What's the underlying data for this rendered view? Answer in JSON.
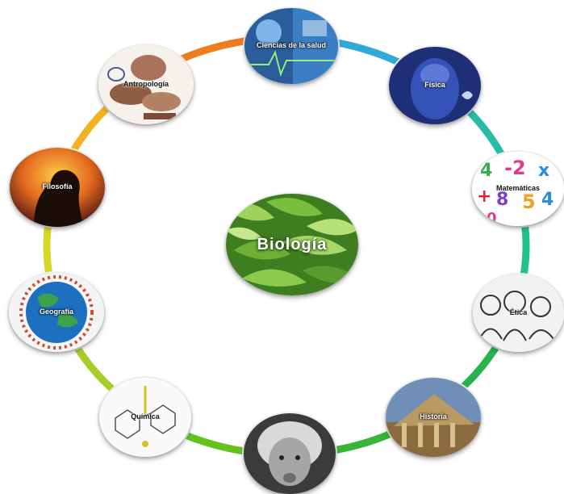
{
  "center": {
    "label": "Biología"
  },
  "nodes": [
    {
      "key": "salud",
      "label": "Ciencias de la salud",
      "theme": "salud"
    },
    {
      "key": "fisica",
      "label": "Física",
      "theme": "fisica"
    },
    {
      "key": "matematicas",
      "label": "Matemáticas",
      "theme": "mate"
    },
    {
      "key": "etica",
      "label": "Ética",
      "theme": "etica"
    },
    {
      "key": "historia",
      "label": "Historia",
      "theme": "historia"
    },
    {
      "key": "einstein",
      "label": "",
      "theme": "einstein"
    },
    {
      "key": "quimica",
      "label": "Química",
      "theme": "quimica"
    },
    {
      "key": "geografia",
      "label": "Geografía",
      "theme": "geo"
    },
    {
      "key": "filosofia",
      "label": "Filosofía",
      "theme": "filo"
    },
    {
      "key": "antropologia",
      "label": "Antropología",
      "theme": "antro"
    }
  ],
  "ring_colors": [
    "#ee7d22",
    "#31a9d9",
    "#2bbaa6",
    "#22c08a",
    "#27b24d",
    "#36b536",
    "#64c21f",
    "#a7cd2b",
    "#d9d62a",
    "#f2b320"
  ]
}
